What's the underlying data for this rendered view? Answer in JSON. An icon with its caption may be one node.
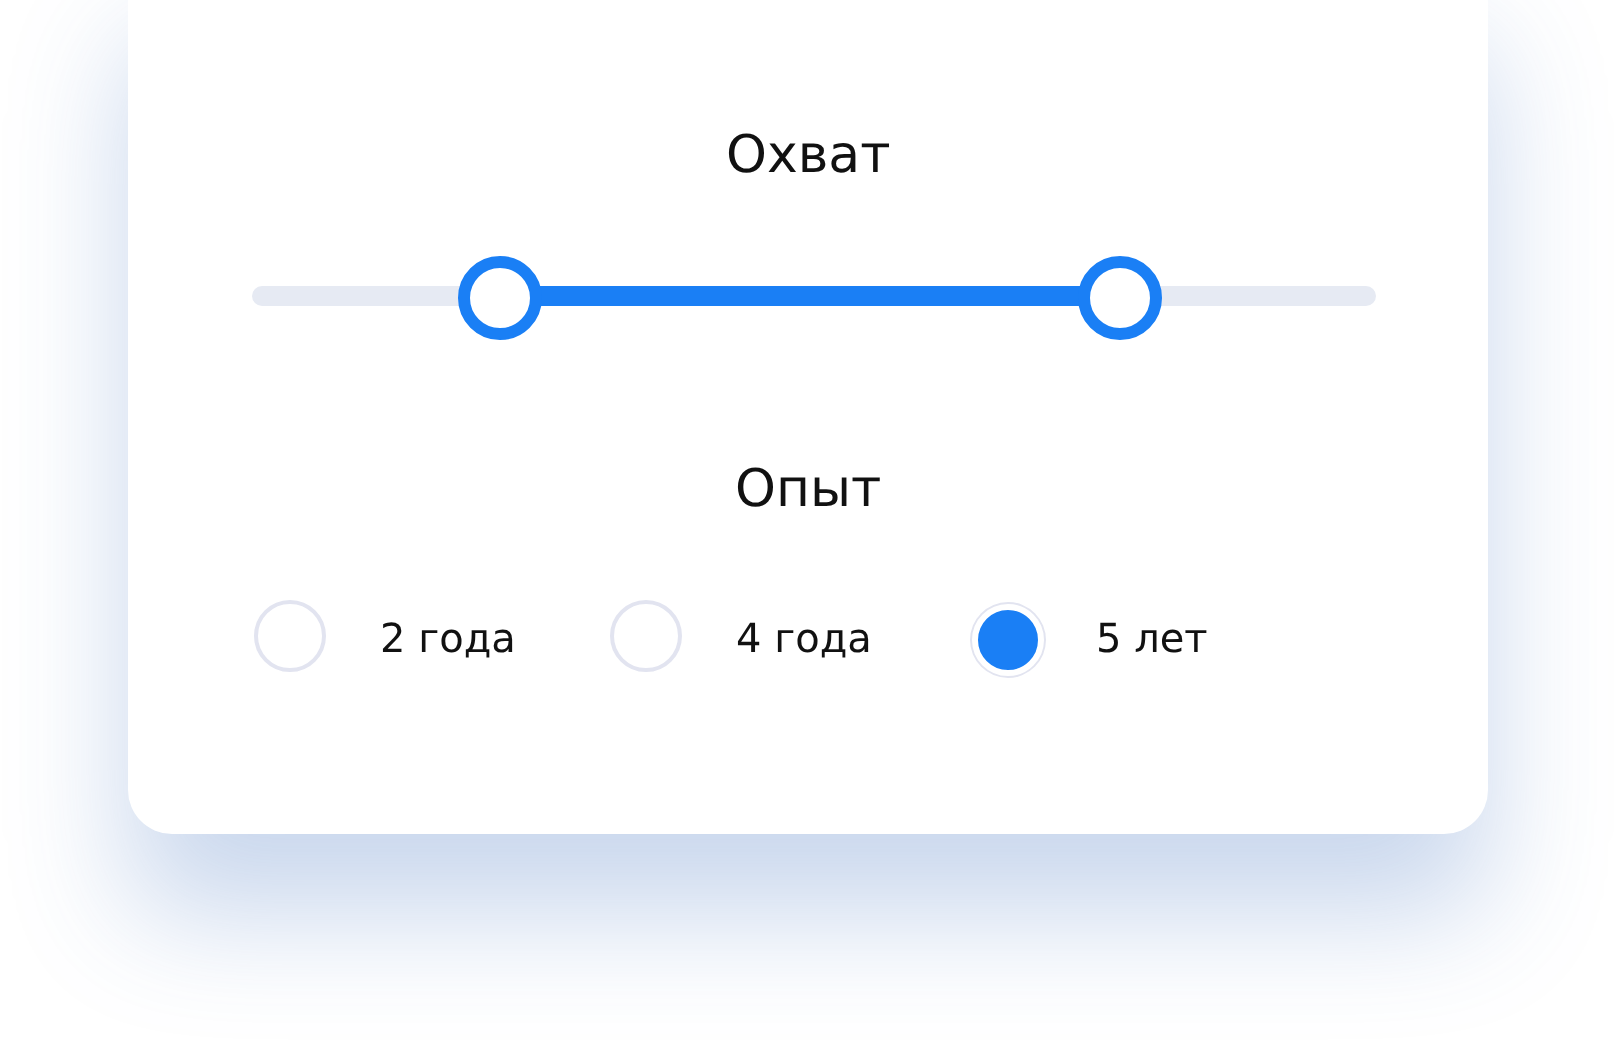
{
  "diagram": {
    "labels": [
      "Охват",
      "Опыт",
      "2 года",
      "4 года",
      "5 лет"
    ]
  }
}
